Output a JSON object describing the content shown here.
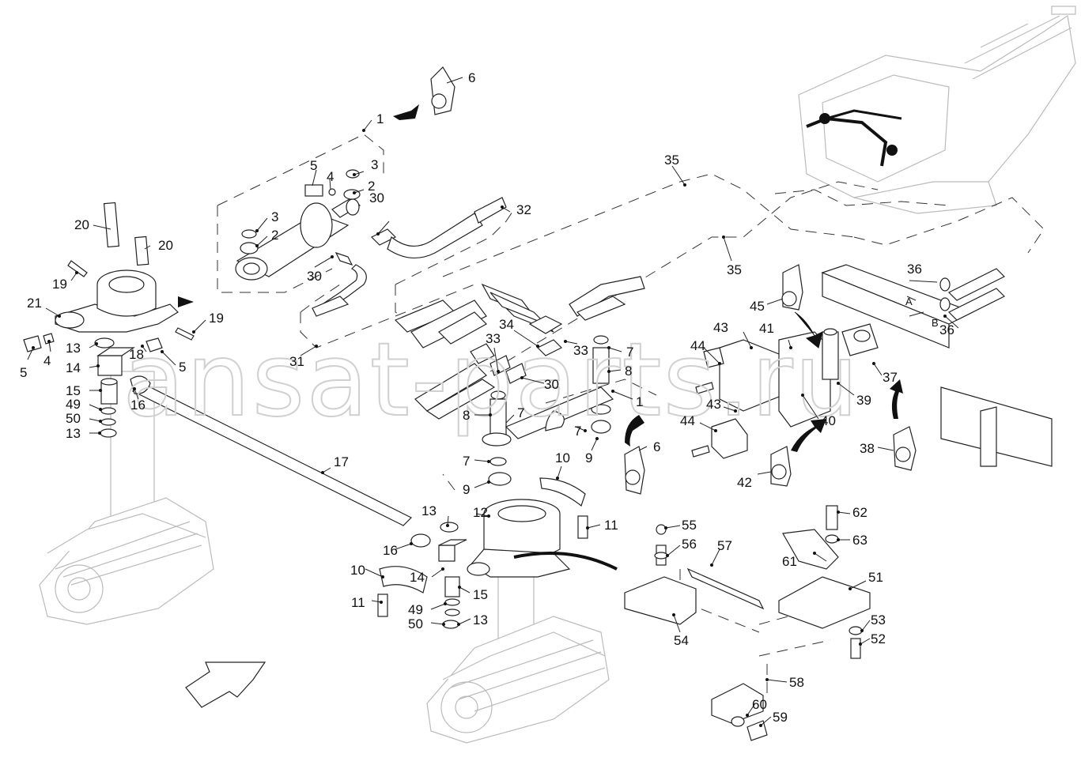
{
  "watermark": "ansat-parts.ru",
  "labels": [
    {
      "id": "l1a",
      "text": "1"
    },
    {
      "id": "l1b",
      "text": "1"
    },
    {
      "id": "l2a",
      "text": "2"
    },
    {
      "id": "l2b",
      "text": "2"
    },
    {
      "id": "l3a",
      "text": "3"
    },
    {
      "id": "l3b",
      "text": "3"
    },
    {
      "id": "l4a",
      "text": "4"
    },
    {
      "id": "l4b",
      "text": "4"
    },
    {
      "id": "l5a",
      "text": "5"
    },
    {
      "id": "l5b",
      "text": "5"
    },
    {
      "id": "l5c",
      "text": "5"
    },
    {
      "id": "l6a",
      "text": "6"
    },
    {
      "id": "l6b",
      "text": "6"
    },
    {
      "id": "l7a",
      "text": "7"
    },
    {
      "id": "l7b",
      "text": "7"
    },
    {
      "id": "l7c",
      "text": "7"
    },
    {
      "id": "l7d",
      "text": "7"
    },
    {
      "id": "l8a",
      "text": "8"
    },
    {
      "id": "l8b",
      "text": "8"
    },
    {
      "id": "l9a",
      "text": "9"
    },
    {
      "id": "l9b",
      "text": "9"
    },
    {
      "id": "l10a",
      "text": "10"
    },
    {
      "id": "l10b",
      "text": "10"
    },
    {
      "id": "l11a",
      "text": "11"
    },
    {
      "id": "l11b",
      "text": "11"
    },
    {
      "id": "l12",
      "text": "12"
    },
    {
      "id": "l13a",
      "text": "13"
    },
    {
      "id": "l13b",
      "text": "13"
    },
    {
      "id": "l13c",
      "text": "13"
    },
    {
      "id": "l13d",
      "text": "13"
    },
    {
      "id": "l14a",
      "text": "14"
    },
    {
      "id": "l14b",
      "text": "14"
    },
    {
      "id": "l15a",
      "text": "15"
    },
    {
      "id": "l15b",
      "text": "15"
    },
    {
      "id": "l16a",
      "text": "16"
    },
    {
      "id": "l16b",
      "text": "16"
    },
    {
      "id": "l17",
      "text": "17"
    },
    {
      "id": "l18",
      "text": "18"
    },
    {
      "id": "l19a",
      "text": "19"
    },
    {
      "id": "l19b",
      "text": "19"
    },
    {
      "id": "l20a",
      "text": "20"
    },
    {
      "id": "l20b",
      "text": "20"
    },
    {
      "id": "l21",
      "text": "21"
    },
    {
      "id": "l30a",
      "text": "30"
    },
    {
      "id": "l30b",
      "text": "30"
    },
    {
      "id": "l30c",
      "text": "30"
    },
    {
      "id": "l31",
      "text": "31"
    },
    {
      "id": "l32",
      "text": "32"
    },
    {
      "id": "l33a",
      "text": "33"
    },
    {
      "id": "l33b",
      "text": "33"
    },
    {
      "id": "l34",
      "text": "34"
    },
    {
      "id": "l35a",
      "text": "35"
    },
    {
      "id": "l35b",
      "text": "35"
    },
    {
      "id": "l36a",
      "text": "36"
    },
    {
      "id": "l36b",
      "text": "36"
    },
    {
      "id": "l37",
      "text": "37"
    },
    {
      "id": "l38",
      "text": "38"
    },
    {
      "id": "l39",
      "text": "39"
    },
    {
      "id": "l40",
      "text": "40"
    },
    {
      "id": "l41",
      "text": "41"
    },
    {
      "id": "l42",
      "text": "42"
    },
    {
      "id": "l43a",
      "text": "43"
    },
    {
      "id": "l43b",
      "text": "43"
    },
    {
      "id": "l44a",
      "text": "44"
    },
    {
      "id": "l44b",
      "text": "44"
    },
    {
      "id": "l45",
      "text": "45"
    },
    {
      "id": "l49a",
      "text": "49"
    },
    {
      "id": "l49b",
      "text": "49"
    },
    {
      "id": "l50a",
      "text": "50"
    },
    {
      "id": "l50b",
      "text": "50"
    },
    {
      "id": "l51",
      "text": "51"
    },
    {
      "id": "l52",
      "text": "52"
    },
    {
      "id": "l53",
      "text": "53"
    },
    {
      "id": "l54",
      "text": "54"
    },
    {
      "id": "l55",
      "text": "55"
    },
    {
      "id": "l56",
      "text": "56"
    },
    {
      "id": "l57",
      "text": "57"
    },
    {
      "id": "l58",
      "text": "58"
    },
    {
      "id": "l59",
      "text": "59"
    },
    {
      "id": "l60",
      "text": "60"
    },
    {
      "id": "l61",
      "text": "61"
    },
    {
      "id": "l62",
      "text": "62"
    },
    {
      "id": "l63",
      "text": "63"
    },
    {
      "id": "lA",
      "text": "A"
    },
    {
      "id": "lB",
      "text": "B"
    }
  ]
}
